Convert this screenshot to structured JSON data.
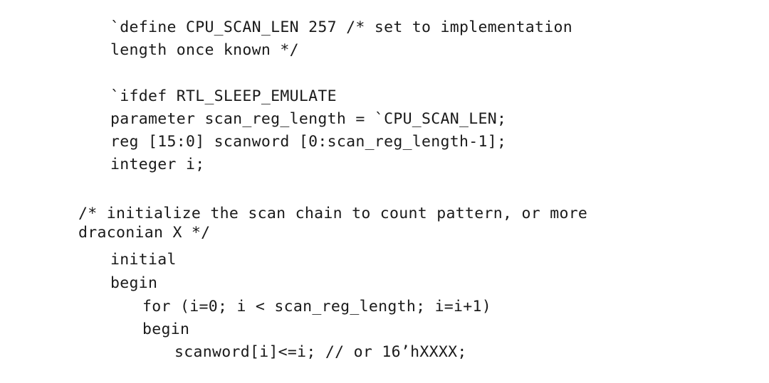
{
  "code": {
    "lines": [
      "`define CPU_SCAN_LEN 257 /* set to implementation",
      "length once known */",
      "`ifdef RTL_SLEEP_EMULATE",
      "parameter scan_reg_length = `CPU_SCAN_LEN;",
      "reg [15:0] scanword [0:scan_reg_length-1];",
      "integer i;",
      "/* initialize the scan chain to count pattern, or more",
      "draconian X */",
      "initial",
      "begin",
      "for (i=0; i < scan_reg_length; i=i+1)",
      "begin",
      "scanword[i]<=i; // or 16’hXXXX;"
    ]
  }
}
